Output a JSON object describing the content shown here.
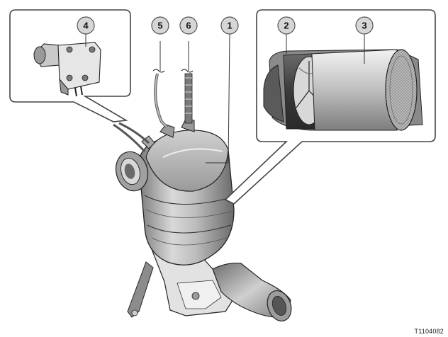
{
  "figure": {
    "reference_code": "T1104082",
    "background_color": "#ffffff",
    "metal_light": "#e6e6e6",
    "metal_mid": "#bdbdbd",
    "metal_dark": "#6e6e6e",
    "callouts": [
      {
        "id": "1",
        "label": "1"
      },
      {
        "id": "2",
        "label": "2"
      },
      {
        "id": "3",
        "label": "3"
      },
      {
        "id": "4",
        "label": "4"
      },
      {
        "id": "5",
        "label": "5"
      },
      {
        "id": "6",
        "label": "6"
      }
    ]
  }
}
